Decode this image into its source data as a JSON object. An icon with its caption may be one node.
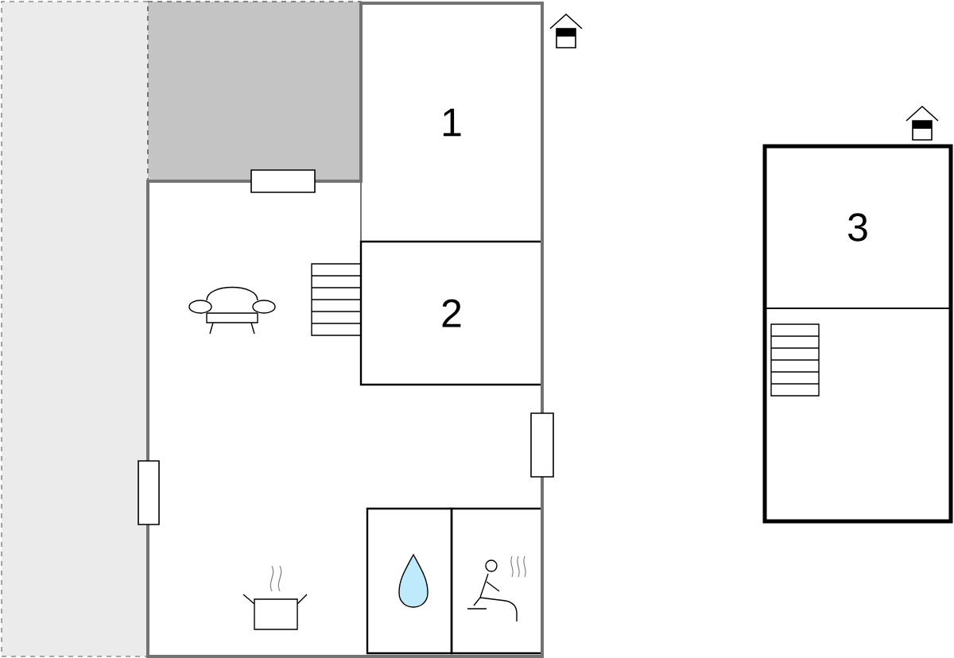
{
  "diagram": {
    "nodes": [
      {
        "text": [
          "1"
        ]
      },
      {
        "text": [
          "2"
        ]
      },
      {
        "text": [
          "3"
        ]
      },
      {
        "text": [],
        "shape": "box"
      },
      {
        "text": [],
        "shape": "box"
      },
      {
        "text": [],
        "shape": "box"
      },
      {
        "text": [],
        "shape": "box"
      }
    ]
  }
}
